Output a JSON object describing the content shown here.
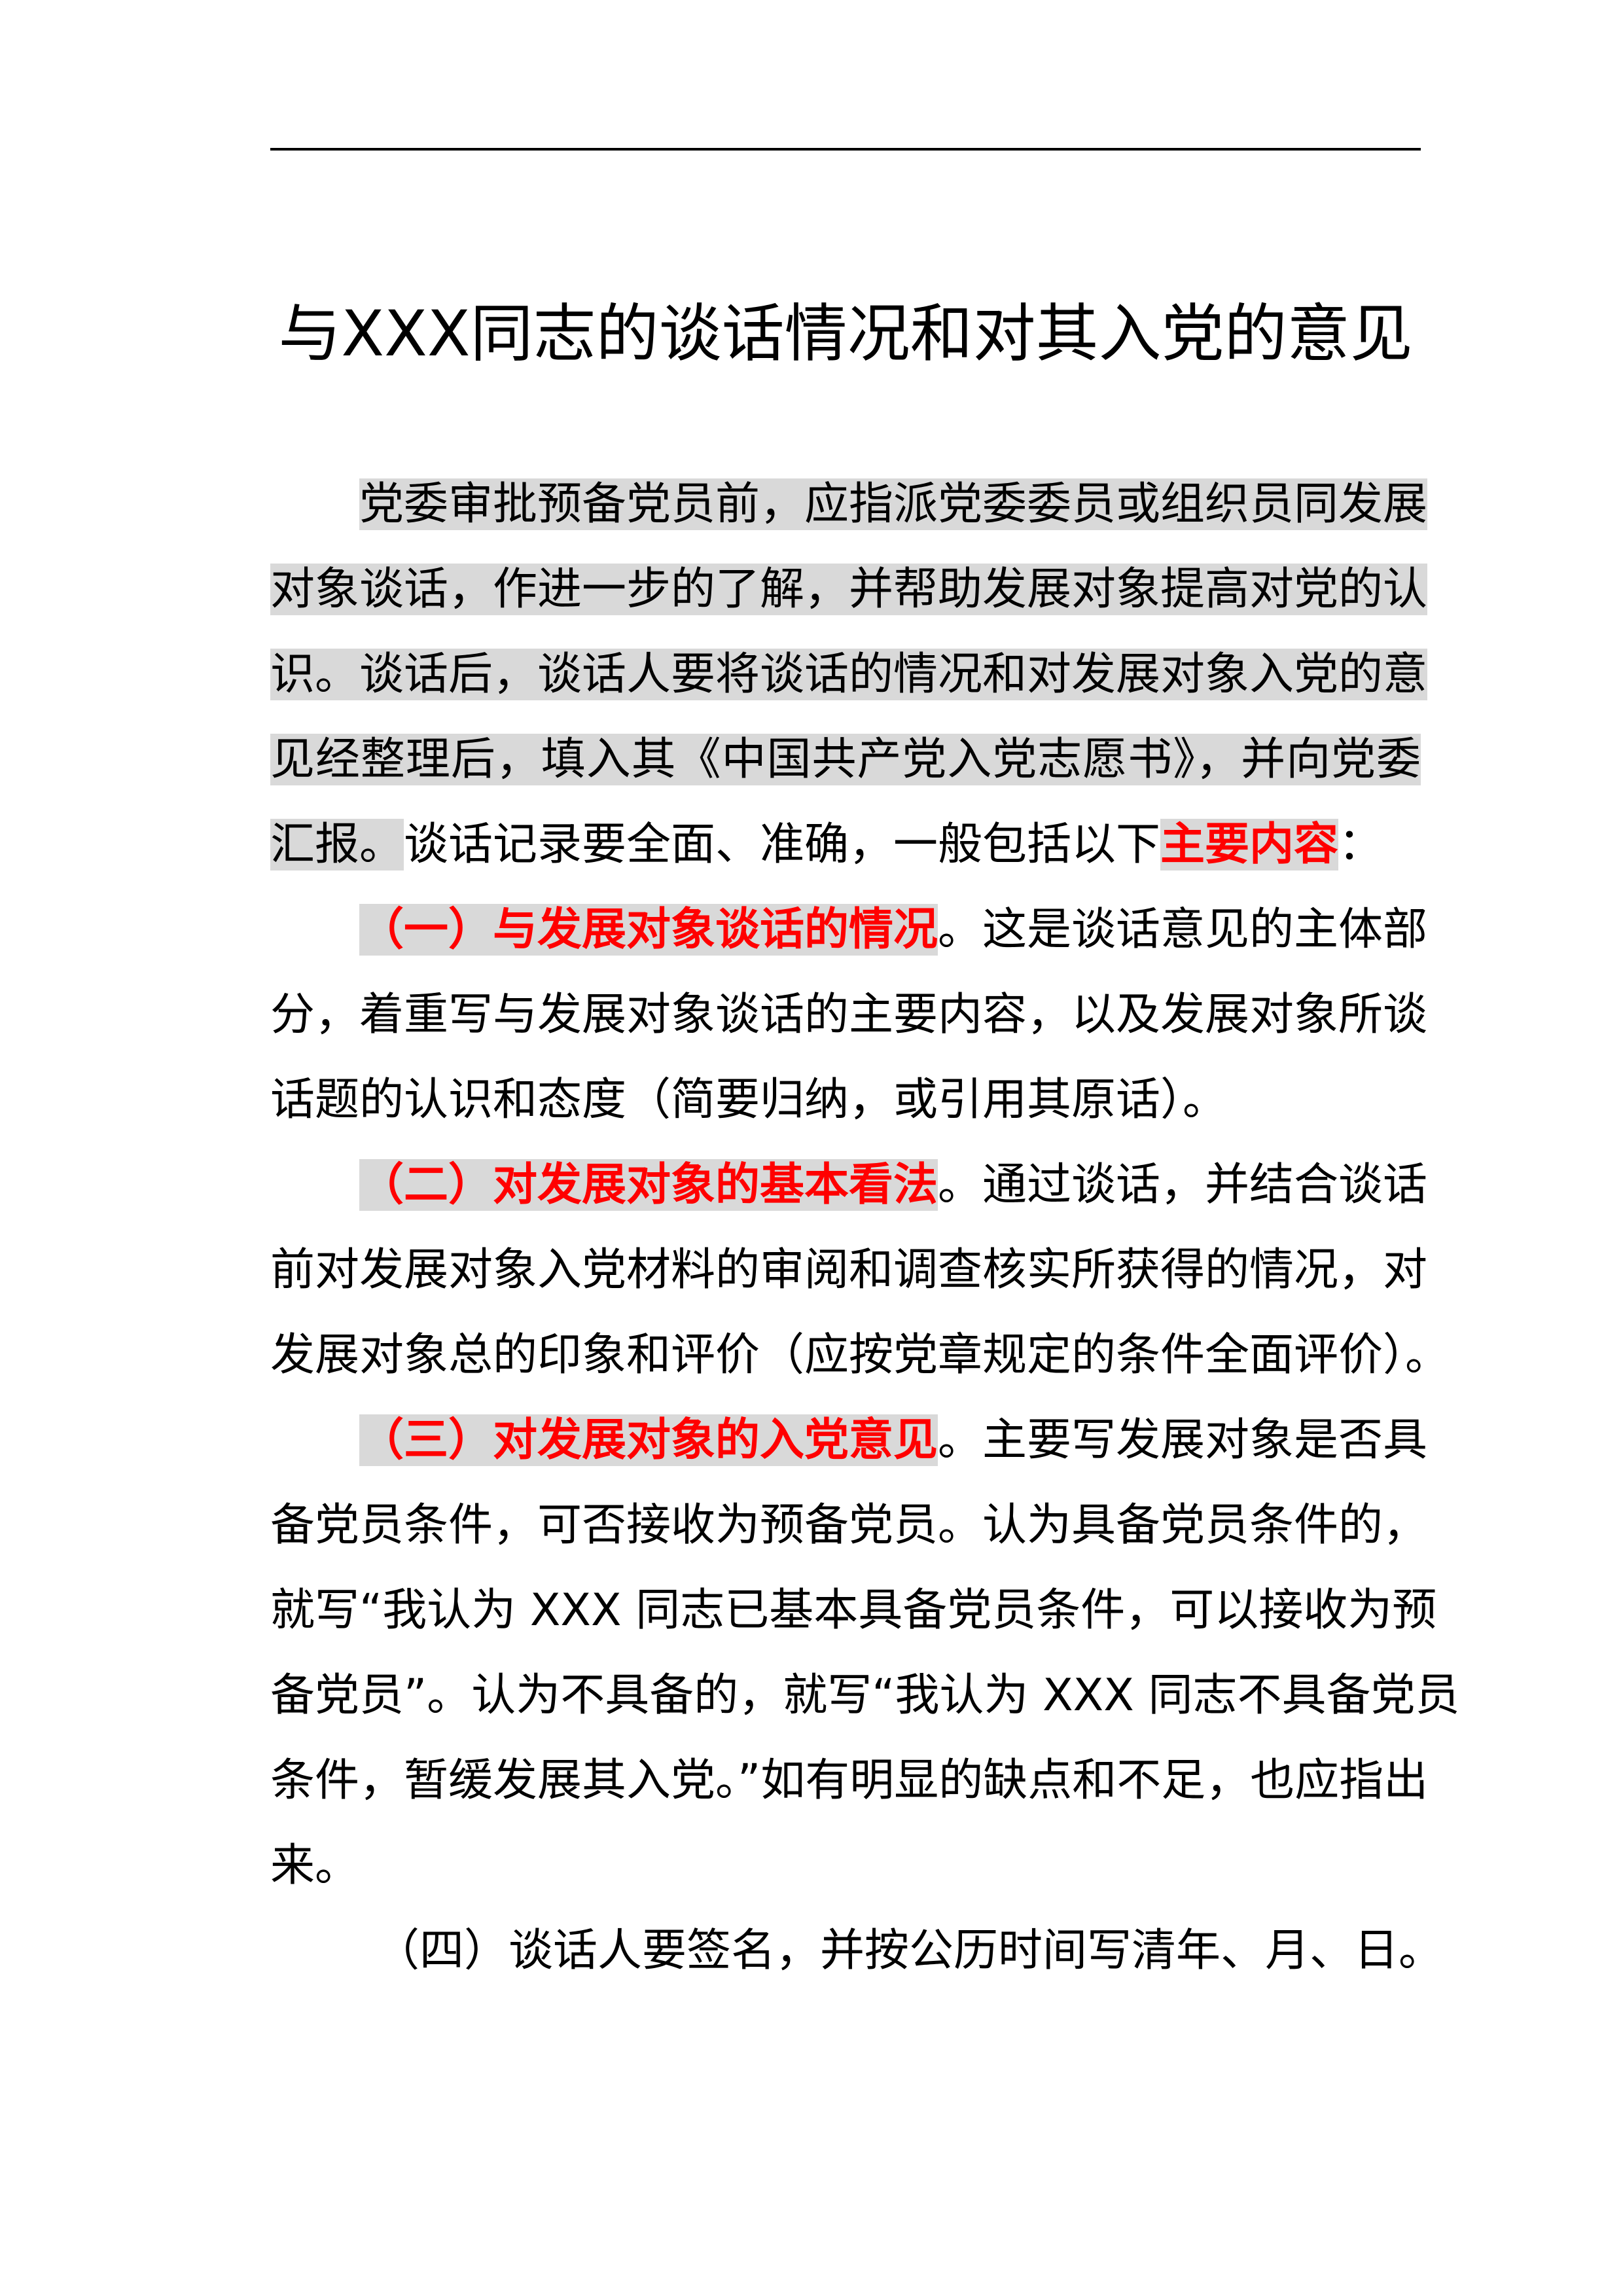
{
  "document": {
    "title": "与XXX同志的谈话情况和对其入党的意见",
    "highlight_color": "#d9d9d9",
    "emphasis_color": "#ff0000",
    "lines": [
      {
        "style": "indent full",
        "segs": [
          {
            "t": "党委审批预备党员前，应指派党委委员或组织员同发展",
            "s": "h"
          }
        ]
      },
      {
        "style": "full",
        "segs": [
          {
            "t": "对象谈话，作进一步的了解，并帮助发展对象提高对党的认",
            "s": "h"
          }
        ]
      },
      {
        "style": "full",
        "segs": [
          {
            "t": "识。谈话后，谈话人要将谈话的情况和对发展对象入党的意",
            "s": "h"
          }
        ]
      },
      {
        "style": "full",
        "segs": [
          {
            "t": "见经整理后，填入其《中国共产党入党志愿书》，并向党委",
            "s": "h"
          }
        ]
      },
      {
        "style": "",
        "segs": [
          {
            "t": "汇报。",
            "s": "h"
          },
          {
            "t": "谈话记录要全面、准确，一般包括以下",
            "s": "n"
          },
          {
            "t": "主要内容",
            "s": "h r"
          },
          {
            "t": "：",
            "s": "n"
          }
        ]
      },
      {
        "style": "indent full",
        "segs": [
          {
            "t": "（一）与发展对象谈话的情况",
            "s": "h r"
          },
          {
            "t": "。这是谈话意见的主体部",
            "s": "n"
          }
        ]
      },
      {
        "style": "full",
        "segs": [
          {
            "t": "分，着重写与发展对象谈话的主要内容，以及发展对象所谈",
            "s": "n"
          }
        ]
      },
      {
        "style": "",
        "segs": [
          {
            "t": "话题的认识和态度（简要归纳，或引用其原话）。",
            "s": "n"
          }
        ]
      },
      {
        "style": "indent full",
        "segs": [
          {
            "t": "（二）对发展对象的基本看法",
            "s": "h r"
          },
          {
            "t": "。通过谈话，并结合谈话",
            "s": "n"
          }
        ]
      },
      {
        "style": "full",
        "segs": [
          {
            "t": "前对发展对象入党材料的审阅和调查核实所获得的情况，对",
            "s": "n"
          }
        ]
      },
      {
        "style": "full",
        "segs": [
          {
            "t": "发展对象总的印象和评价（应按党章规定的条件全面评价）。",
            "s": "n"
          }
        ]
      },
      {
        "style": "indent full",
        "segs": [
          {
            "t": "（三）对发展对象的入党意见",
            "s": "h r"
          },
          {
            "t": "。主要写发展对象是否具",
            "s": "n"
          }
        ]
      },
      {
        "style": "full",
        "segs": [
          {
            "t": "备党员条件，可否接收为预备党员。认为具备党员条件的，",
            "s": "n"
          }
        ]
      },
      {
        "style": "full",
        "segs": [
          {
            "t": "就写“我认为 XXX 同志已基本具备党员条件，可以接收为预",
            "s": "n"
          }
        ]
      },
      {
        "style": "full",
        "segs": [
          {
            "t": "备党员”。认为不具备的，就写“我认为 XXX 同志不具备党员",
            "s": "n"
          }
        ]
      },
      {
        "style": "full",
        "segs": [
          {
            "t": "条件，暂缓发展其入党。”如有明显的缺点和不足，也应指出",
            "s": "n"
          }
        ]
      },
      {
        "style": "",
        "segs": [
          {
            "t": "来。",
            "s": "n"
          }
        ]
      },
      {
        "style": "indent2",
        "segs": [
          {
            "t": "（四）谈话人要签名，并按公历时间写清年、月、日。",
            "s": "n"
          }
        ]
      }
    ]
  }
}
